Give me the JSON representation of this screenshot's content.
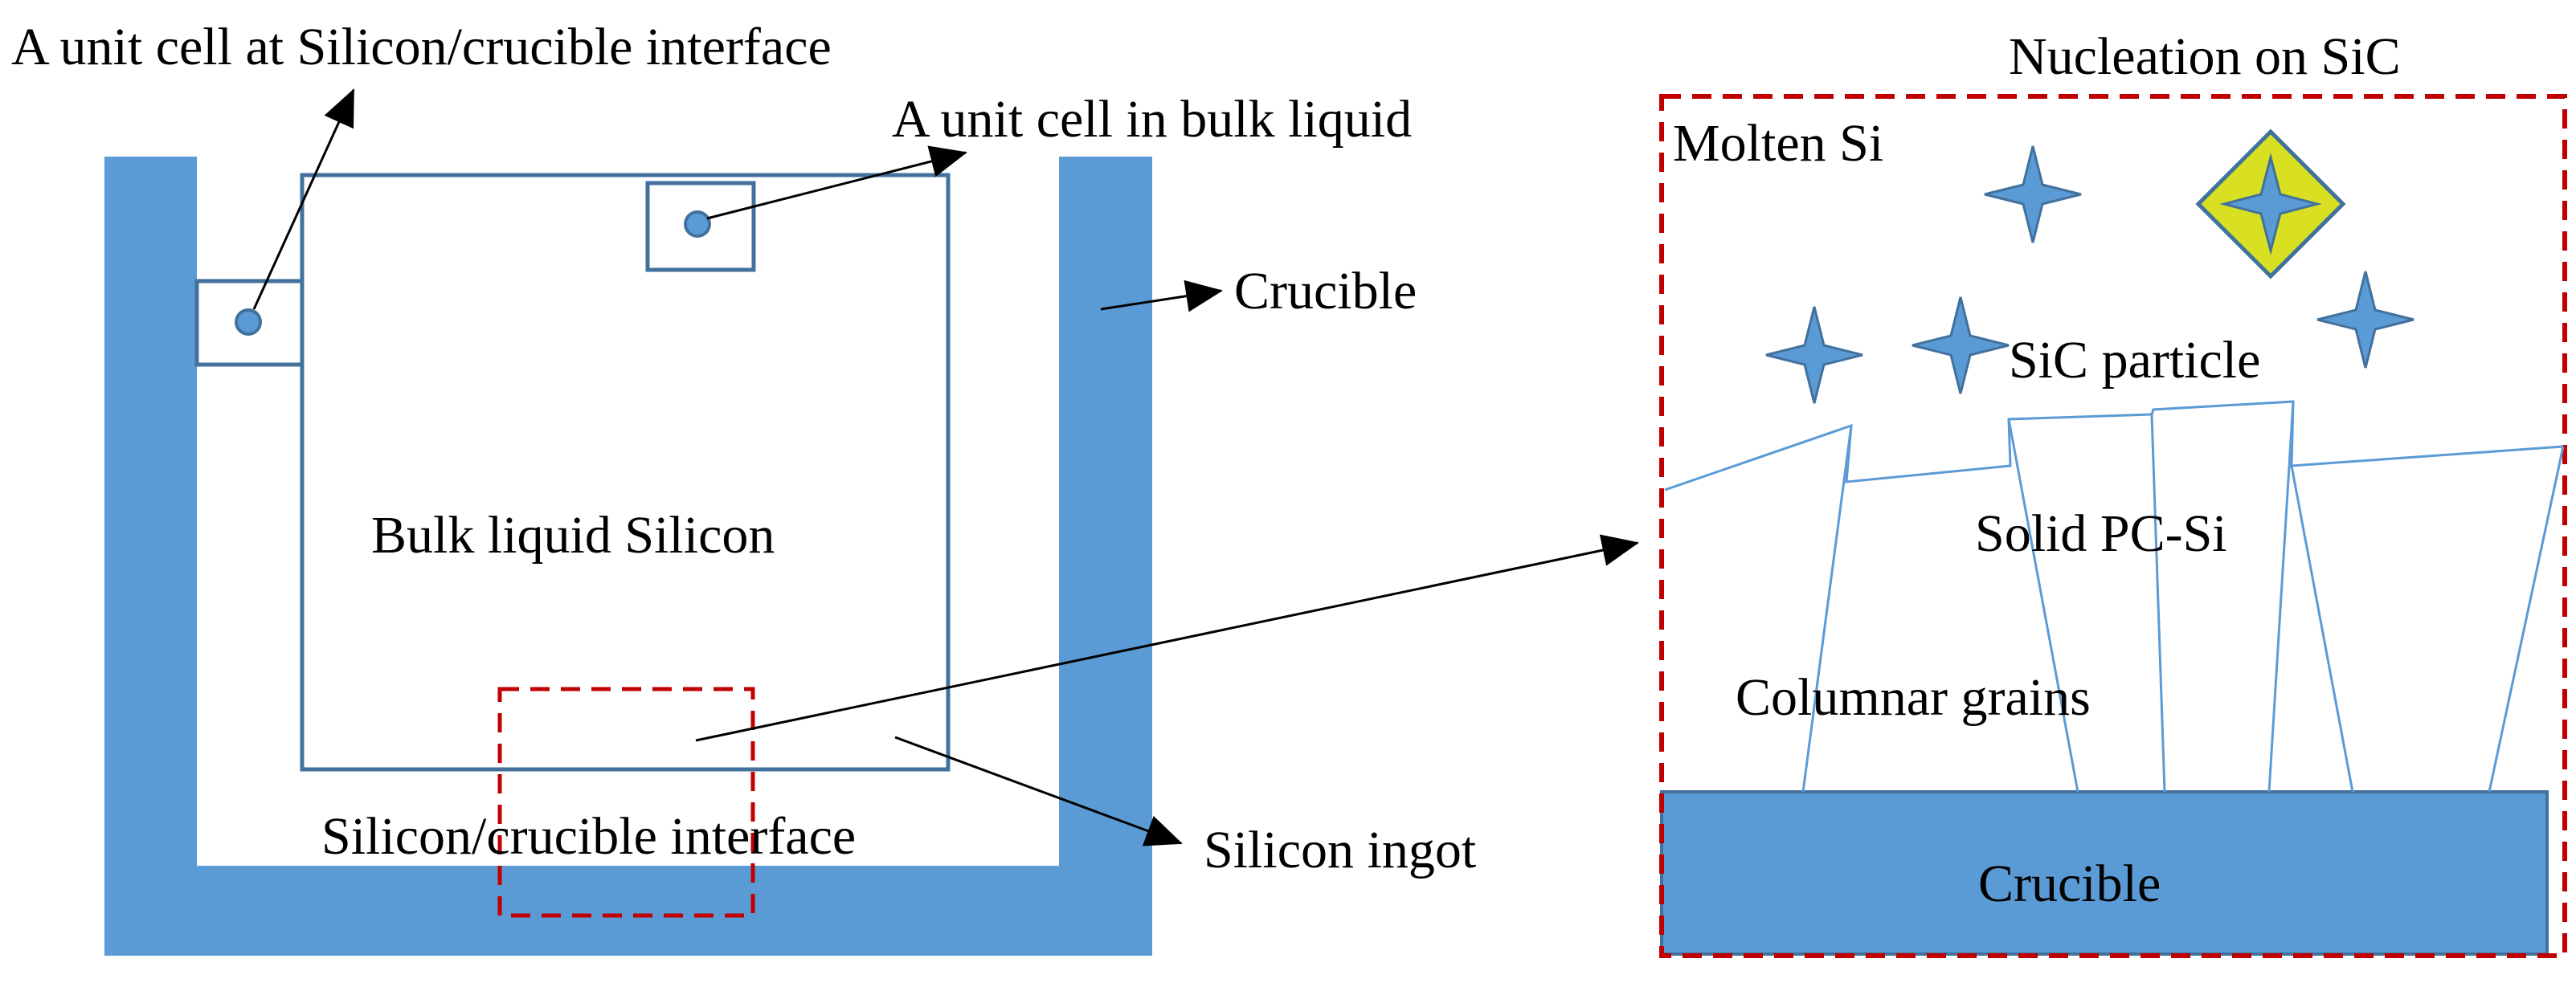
{
  "colors": {
    "crucible_blue": "#5B9BD5",
    "line_blue": "#41719C",
    "grain_line": "#5B9BD5",
    "dashed_red": "#C00000",
    "sic_yellow": "#D9E021",
    "text": "#000000"
  },
  "left_diagram": {
    "label_unit_cell_interface": "A unit cell at Silicon/crucible interface",
    "label_unit_cell_bulk": "A unit cell in bulk liquid",
    "label_crucible": "Crucible",
    "label_bulk_liquid": "Bulk liquid Silicon",
    "label_interface": "Silicon/crucible interface",
    "label_ingot": "Silicon ingot"
  },
  "right_diagram": {
    "label_nucleation": "Nucleation on SiC",
    "label_molten": "Molten Si",
    "label_sic_particle": "SiC particle",
    "label_solid": "Solid PC-Si",
    "label_columnar": "Columnar grains",
    "label_crucible": "Crucible"
  },
  "icons": {
    "sic_particle": "four-point-star-icon",
    "nucleation_site": "diamond-star-icon",
    "arrow": "arrow-head-icon"
  }
}
